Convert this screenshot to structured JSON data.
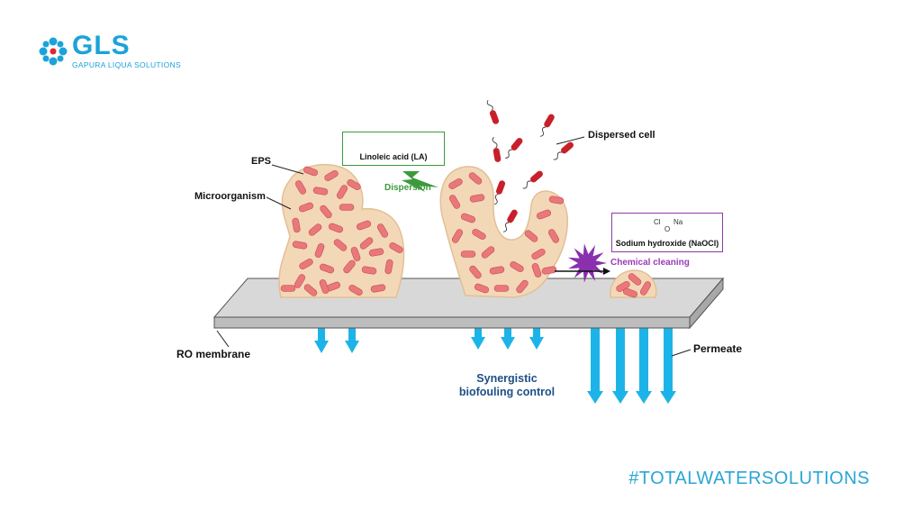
{
  "brand": {
    "name": "GLS",
    "tagline": "GAPURA LIQUA SOLUTIONS",
    "hashtag": "#TOTALWATERSOLUTIONS",
    "color": "#1aa3d9"
  },
  "diagram": {
    "labels": {
      "eps": "EPS",
      "microorganism": "Microorganism",
      "dispersed_cell": "Dispersed cell",
      "ro_membrane": "RO membrane",
      "permeate": "Permeate"
    },
    "linoleic": {
      "title": "Linoleic acid (LA)",
      "arrow_label": "Dispersion",
      "color": "#3c9a3c"
    },
    "naocl": {
      "title": "Sodium hydroxide (NaOCl)",
      "formula_cl": "Cl",
      "formula_o": "O",
      "formula_na": "Na",
      "arrow_label": "Chemical cleaning",
      "color": "#9a3ab8"
    },
    "center_caption_line1": "Synergistic",
    "center_caption_line2": "biofouling control",
    "colors": {
      "biofilm": "#f3d8b8",
      "cell": "#e8787a",
      "dispersed_cell": "#c8202a",
      "membrane": "#c4c4c4",
      "permeate_arrow": "#1cb4e8"
    }
  }
}
